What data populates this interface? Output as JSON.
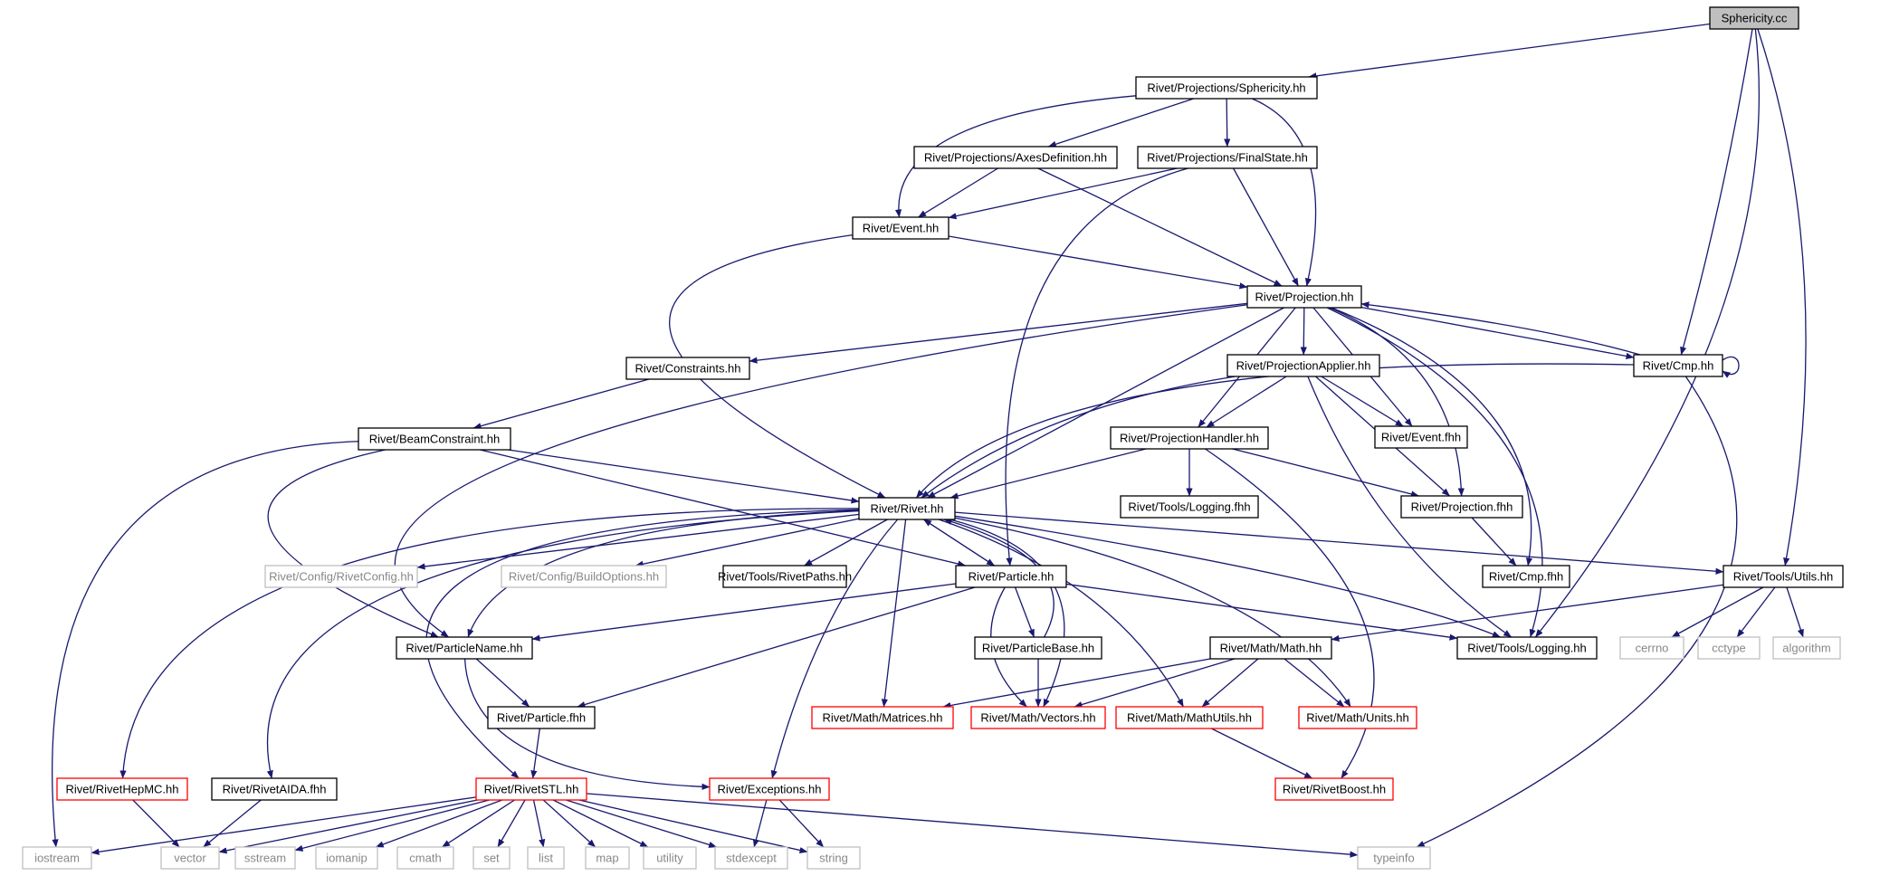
{
  "colors": {
    "edge": "#191970",
    "node_border": "#000000",
    "missing_border": "#bfbfbf",
    "missing_text": "#888888",
    "truncated_border": "#ff0000",
    "root_fill": "#bfbfbf",
    "node_fill": "#ffffff"
  },
  "nodes": {
    "root": "Sphericity.cc",
    "proj_sphericity": "Rivet/Projections/Sphericity.hh",
    "axes_def": "Rivet/Projections/AxesDefinition.hh",
    "final_state": "Rivet/Projections/FinalState.hh",
    "event_hh": "Rivet/Event.hh",
    "projection_hh": "Rivet/Projection.hh",
    "constraints": "Rivet/Constraints.hh",
    "proj_applier": "Rivet/ProjectionApplier.hh",
    "cmp_hh": "Rivet/Cmp.hh",
    "beam_constraint": "Rivet/BeamConstraint.hh",
    "proj_handler": "Rivet/ProjectionHandler.hh",
    "event_fhh": "Rivet/Event.fhh",
    "rivet_hh": "Rivet/Rivet.hh",
    "tools_logging_fhh": "Rivet/Tools/Logging.fhh",
    "projection_fhh": "Rivet/Projection.fhh",
    "rivetconfig": "Rivet/Config/RivetConfig.hh",
    "buildoptions": "Rivet/Config/BuildOptions.hh",
    "rivetpaths": "Rivet/Tools/RivetPaths.hh",
    "particle_hh": "Rivet/Particle.hh",
    "cmp_fhh": "Rivet/Cmp.fhh",
    "utils_hh": "Rivet/Tools/Utils.hh",
    "particlename": "Rivet/ParticleName.hh",
    "particlebase": "Rivet/ParticleBase.hh",
    "math_hh": "Rivet/Math/Math.hh",
    "tools_logging_hh": "Rivet/Tools/Logging.hh",
    "cerrno": "cerrno",
    "cctype": "cctype",
    "algorithm": "algorithm",
    "particle_fhh": "Rivet/Particle.fhh",
    "matrices": "Rivet/Math/Matrices.hh",
    "vectors": "Rivet/Math/Vectors.hh",
    "mathutils": "Rivet/Math/MathUtils.hh",
    "units": "Rivet/Math/Units.hh",
    "rivethepmc": "Rivet/RivetHepMC.hh",
    "rivetaida": "Rivet/RivetAIDA.fhh",
    "rivetstl": "Rivet/RivetSTL.hh",
    "exceptions": "Rivet/Exceptions.hh",
    "rivetboost": "Rivet/RivetBoost.hh",
    "iostream": "iostream",
    "vector": "vector",
    "sstream": "sstream",
    "iomanip": "iomanip",
    "cmath": "cmath",
    "set": "set",
    "list": "list",
    "map": "map",
    "utility": "utility",
    "stdexcept": "stdexcept",
    "string": "string",
    "typeinfo": "typeinfo"
  }
}
